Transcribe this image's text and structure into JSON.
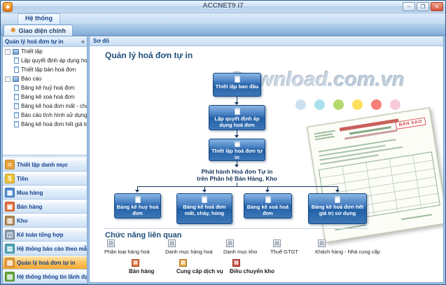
{
  "window": {
    "title": "ACCNET9 i7",
    "menu_tab": "Hệ thống",
    "doc_tab": "Giao diện chính",
    "controls": {
      "minimize": "–",
      "maximize": "❒",
      "close": "✕"
    }
  },
  "sidebar": {
    "header": "Quản lý hoá đơn tự in",
    "collapse_icon": "«",
    "tree": {
      "setup": "Thiết lập",
      "setup_children": [
        "Lập quyết định áp dụng hoá đơn",
        "Thiết lập bản hoá đơn"
      ],
      "reports": "Báo cáo",
      "reports_children": [
        "Bảng kê huỷ hoá đơn",
        "Bảng kê xoá hoá đơn",
        "Bảng kê hoá đơn mất - cháy...",
        "Báo cáo tình hình sử dụng hoá đơn",
        "Bảng kê hoá đơn hết giá trị sử dụng"
      ]
    },
    "nav": [
      {
        "label": "Thiết lập danh mục",
        "icon": "catalog-icon"
      },
      {
        "label": "Tiền",
        "icon": "money-icon"
      },
      {
        "label": "Mua hàng",
        "icon": "purchasing-icon"
      },
      {
        "label": "Bán hàng",
        "icon": "sales-icon"
      },
      {
        "label": "Kho",
        "icon": "warehouse-icon"
      },
      {
        "label": "Kế toán tổng hợp",
        "icon": "general-ledger-icon"
      },
      {
        "label": "Hệ thống báo cáo theo mẫu",
        "icon": "report-system-icon"
      },
      {
        "label": "Quản lý hoá đơn tự in",
        "icon": "self-printed-invoice-icon"
      },
      {
        "label": "Hệ thống thông tin lãnh đạo",
        "icon": "executive-info-icon"
      }
    ],
    "selected_nav": "Quản lý hoá đơn tự in"
  },
  "content": {
    "pane_tab": "Sơ đồ",
    "title": "Quản lý hoá đơn tự in",
    "flow": {
      "steps": [
        "Thiết lập ban đầu",
        "Lập quyết định áp dụng hoá đơn",
        "Thiết lập hoá đơn tự in"
      ],
      "note": [
        "Phát hành Hoá đơn Tự in",
        "trên Phân hệ Bán Hàng, Kho"
      ],
      "outputs": [
        "Bảng kê huỷ hoá đơn",
        "Bảng kê hoá đơn mất, cháy, hỏng",
        "Bảng kê xoá hoá đơn",
        "Bảng kê hoá đơn hết giá trị sử dụng"
      ]
    },
    "related": {
      "title": "Chức năng liên quan",
      "row1": [
        "Phân loại hàng hoá",
        "Danh mục hàng hoá",
        "Danh mục kho",
        "Thuế GTGT",
        "Khách hàng - Nhà cung cấp"
      ],
      "row2": [
        "Bán hàng",
        "Cung cấp dịch vụ",
        "Điều chuyển kho"
      ]
    },
    "watermark": {
      "text": "Download",
      "suffix": ".com.vn"
    },
    "invoice_stamp": "BẢN SAO"
  },
  "colors": {
    "accent_orange": "#f9a934",
    "flow_blue": "#2260a6",
    "header_blue": "#15428b"
  }
}
